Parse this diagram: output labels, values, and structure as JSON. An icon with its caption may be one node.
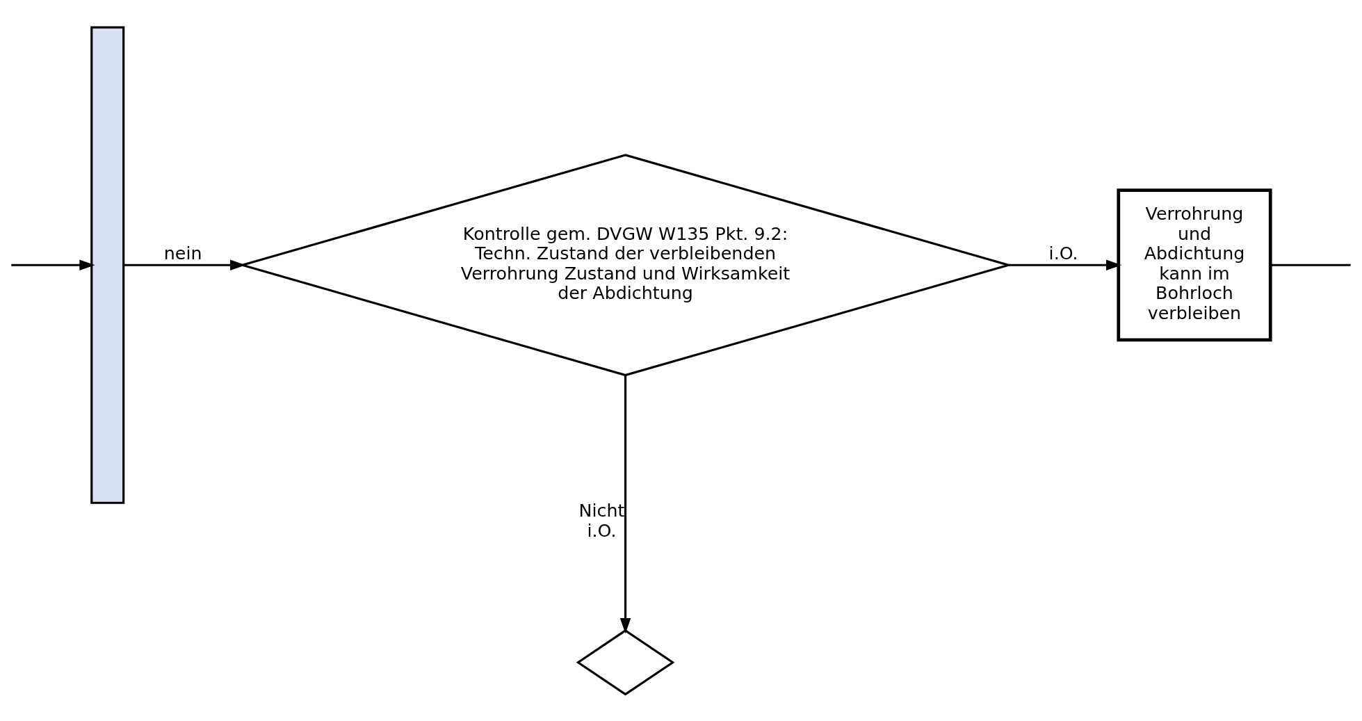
{
  "diagram": {
    "nodes": [
      {
        "text": [],
        "shape": "bar"
      },
      {
        "text": [
          "Kontrolle gem. DVGW W135 Pkt. 9.2:",
          "Techn. Zustand der verbleibenden Verrohrung Zustand und Wirksamkeit der Abdichtung"
        ]
      },
      {
        "text": [
          "Verrohrung und Abdichtung kann im Bohrloch verbleiben"
        ]
      },
      {
        "text": [],
        "shape": "diamond"
      }
    ],
    "edges": [
      {
        "from": 0,
        "to": 1,
        "arrow": "to",
        "label": "nein"
      },
      {
        "from": 1,
        "to": 2,
        "arrow": "to",
        "label": "i.O."
      },
      {
        "from": 1,
        "to": 3,
        "arrow": "to",
        "label": "Nicht i.O."
      },
      {
        "from": 2,
        "to": null,
        "arrow": "none"
      },
      {
        "from": null,
        "to": 0,
        "arrow": "to"
      }
    ]
  }
}
